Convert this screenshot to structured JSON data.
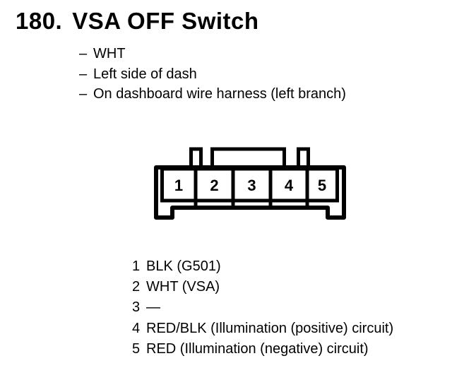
{
  "page": {
    "background_color": "#ffffff",
    "ink_color": "#000000"
  },
  "header": {
    "number": "180.",
    "title": "VSA OFF Switch"
  },
  "details": {
    "bullet_char": "–",
    "items": [
      "WHT",
      "Left side of dash",
      "On dashboard wire harness (left branch)"
    ]
  },
  "connector": {
    "description": "5-pin connector face view",
    "pins": [
      "1",
      "2",
      "3",
      "4",
      "5"
    ]
  },
  "pin_list": {
    "rows": [
      {
        "num": "1",
        "label": "BLK (G501)"
      },
      {
        "num": "2",
        "label": "WHT (VSA)"
      },
      {
        "num": "3",
        "label": "—"
      },
      {
        "num": "4",
        "label": "RED/BLK (Illumination (positive) circuit)"
      },
      {
        "num": "5",
        "label": "RED (Illumination (negative) circuit)"
      }
    ]
  }
}
